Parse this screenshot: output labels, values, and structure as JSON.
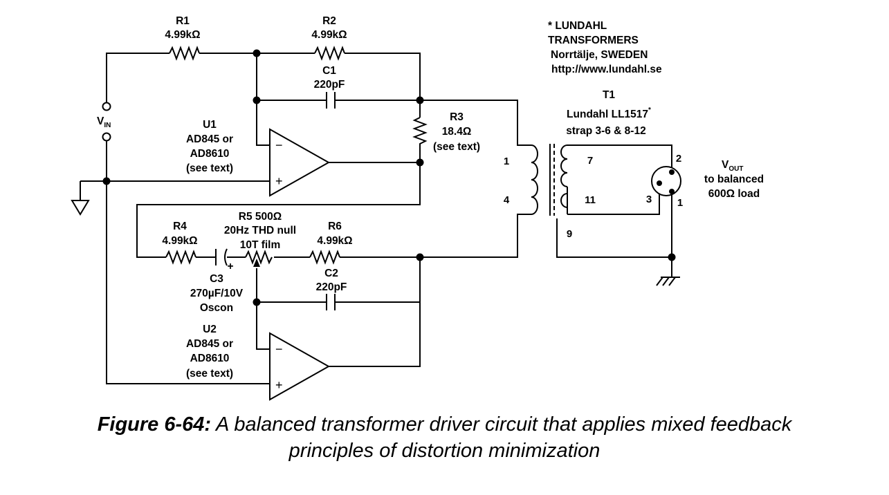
{
  "components": {
    "r1": {
      "ref": "R1",
      "value": "4.99kΩ"
    },
    "r2": {
      "ref": "R2",
      "value": "4.99kΩ"
    },
    "c1": {
      "ref": "C1",
      "value": "220pF"
    },
    "r3": {
      "ref": "R3",
      "value": "18.4Ω",
      "note": "(see text)"
    },
    "u1": {
      "ref": "U1",
      "line1": "AD845 or",
      "line2": "AD8610",
      "note": "(see text)"
    },
    "u2": {
      "ref": "U2",
      "line1": "AD845 or",
      "line2": "AD8610",
      "note": "(see text)"
    },
    "r4": {
      "ref": "R4",
      "value": "4.99kΩ"
    },
    "r5": {
      "line1": "R5 500Ω",
      "line2": "20Hz THD null",
      "line3": "10T film"
    },
    "r6": {
      "ref": "R6",
      "value": "4.99kΩ"
    },
    "c2": {
      "ref": "C2",
      "value": "220pF"
    },
    "c3": {
      "ref": "C3",
      "value": "270µF/10V",
      "note": "Oscon",
      "polarity": "+"
    },
    "t1": {
      "ref": "T1",
      "line1": "Lundahl LL1517",
      "asterisk": "*",
      "line2": "strap 3-6 & 8-12"
    }
  },
  "transformer_pins": {
    "p1": "1",
    "p4": "4",
    "p7": "7",
    "p11": "11",
    "p9": "9"
  },
  "xlr_pins": {
    "p2": "2",
    "p3": "3",
    "p1": "1"
  },
  "opamp_signs": {
    "minus": "−",
    "plus": "+"
  },
  "vin": {
    "main": "V",
    "sub": "IN"
  },
  "vout": {
    "main": "V",
    "sub": "OUT",
    "line2": "to balanced",
    "line3": "600Ω load"
  },
  "note": {
    "line1": "* LUNDAHL",
    "line2": "TRANSFORMERS",
    "line3": "Norrtälje, SWEDEN",
    "line4": "http://www.lundahl.se"
  },
  "caption": {
    "label": "Figure 6-64:",
    "text1": " A balanced transformer driver circuit that applies mixed feedback",
    "text2": "principles of distortion minimization"
  }
}
